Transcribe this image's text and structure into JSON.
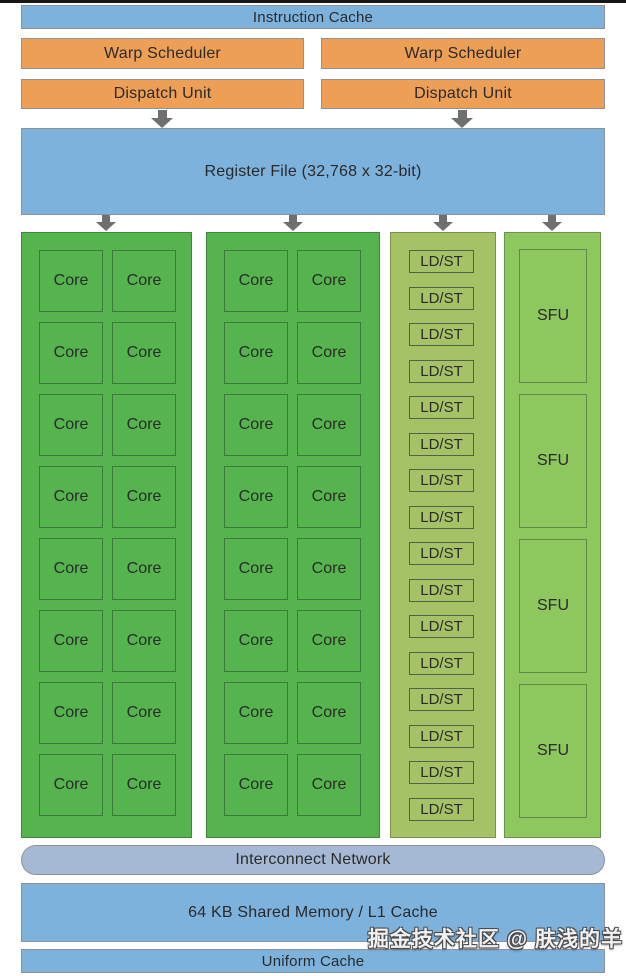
{
  "labels": {
    "instruction_cache": "Instruction Cache",
    "warp_scheduler": "Warp Scheduler",
    "dispatch_unit": "Dispatch Unit",
    "register_file": "Register File (32,768 x 32-bit)",
    "core": "Core",
    "ld_st": "LD/ST",
    "sfu": "SFU",
    "interconnect_network": "Interconnect Network",
    "shared_memory": "64 KB Shared Memory / L1 Cache",
    "uniform_cache": "Uniform Cache"
  },
  "counts": {
    "cores_per_block": 16,
    "ldst_units": 16,
    "sfu_units": 4
  },
  "watermark": "掘金技术社区 @ 肤浅的羊",
  "colors": {
    "cache_blue": "#7db2dd",
    "scheduler_orange": "#eda055",
    "core_green": "#55b44e",
    "ldst_green": "#a6c266",
    "sfu_green": "#8ec75e",
    "interconnect_blue": "#a6b9d4",
    "arrow_gray": "#6f6f6f"
  }
}
